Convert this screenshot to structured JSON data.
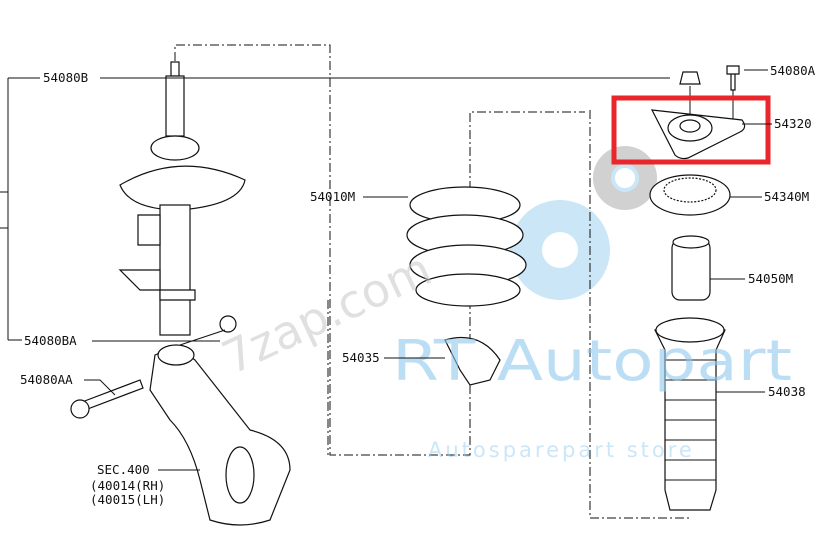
{
  "labels": {
    "p54080B": "54080B",
    "p54080BA": "54080BA",
    "p54080AA": "54080AA",
    "sec": "SEC.400",
    "sec_rh": "(40014(RH)",
    "sec_lh": "(40015(LH)",
    "p54010M": "54010M",
    "p54035": "54035",
    "p54080A": "54080A",
    "p54320": "54320",
    "p54340M": "54340M",
    "p54050M": "54050M",
    "p54038": "54038"
  },
  "watermark": {
    "site": "7zap.com",
    "brand": "RT Autopart",
    "tagline": "Autosparepart store"
  },
  "highlight": {
    "target": "54320",
    "color": "#e8262b"
  }
}
